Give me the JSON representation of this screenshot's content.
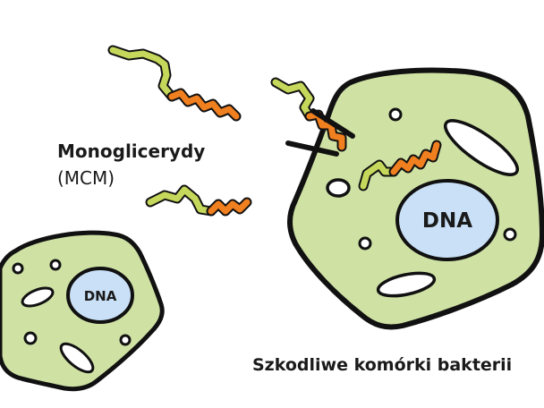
{
  "labels": {
    "mcm_name": "Monoglicerydy",
    "mcm_abbr": "(MCM)",
    "large_cell_dna": "DNA",
    "small_cell_dna": "DNA",
    "caption": "Szkodliwe komórki bakterii"
  },
  "colors": {
    "cell_fill": "#cfe2a4",
    "outline": "#111111",
    "nucleus_fill": "#c9e0f6",
    "molecule_head": "#c6d85b",
    "molecule_tail": "#f07f1f",
    "vacuole_fill": "#ffffff",
    "background": "#ffffff"
  },
  "icons": [
    "monoglyceride-molecule-icon",
    "membrane-pore-icon"
  ]
}
